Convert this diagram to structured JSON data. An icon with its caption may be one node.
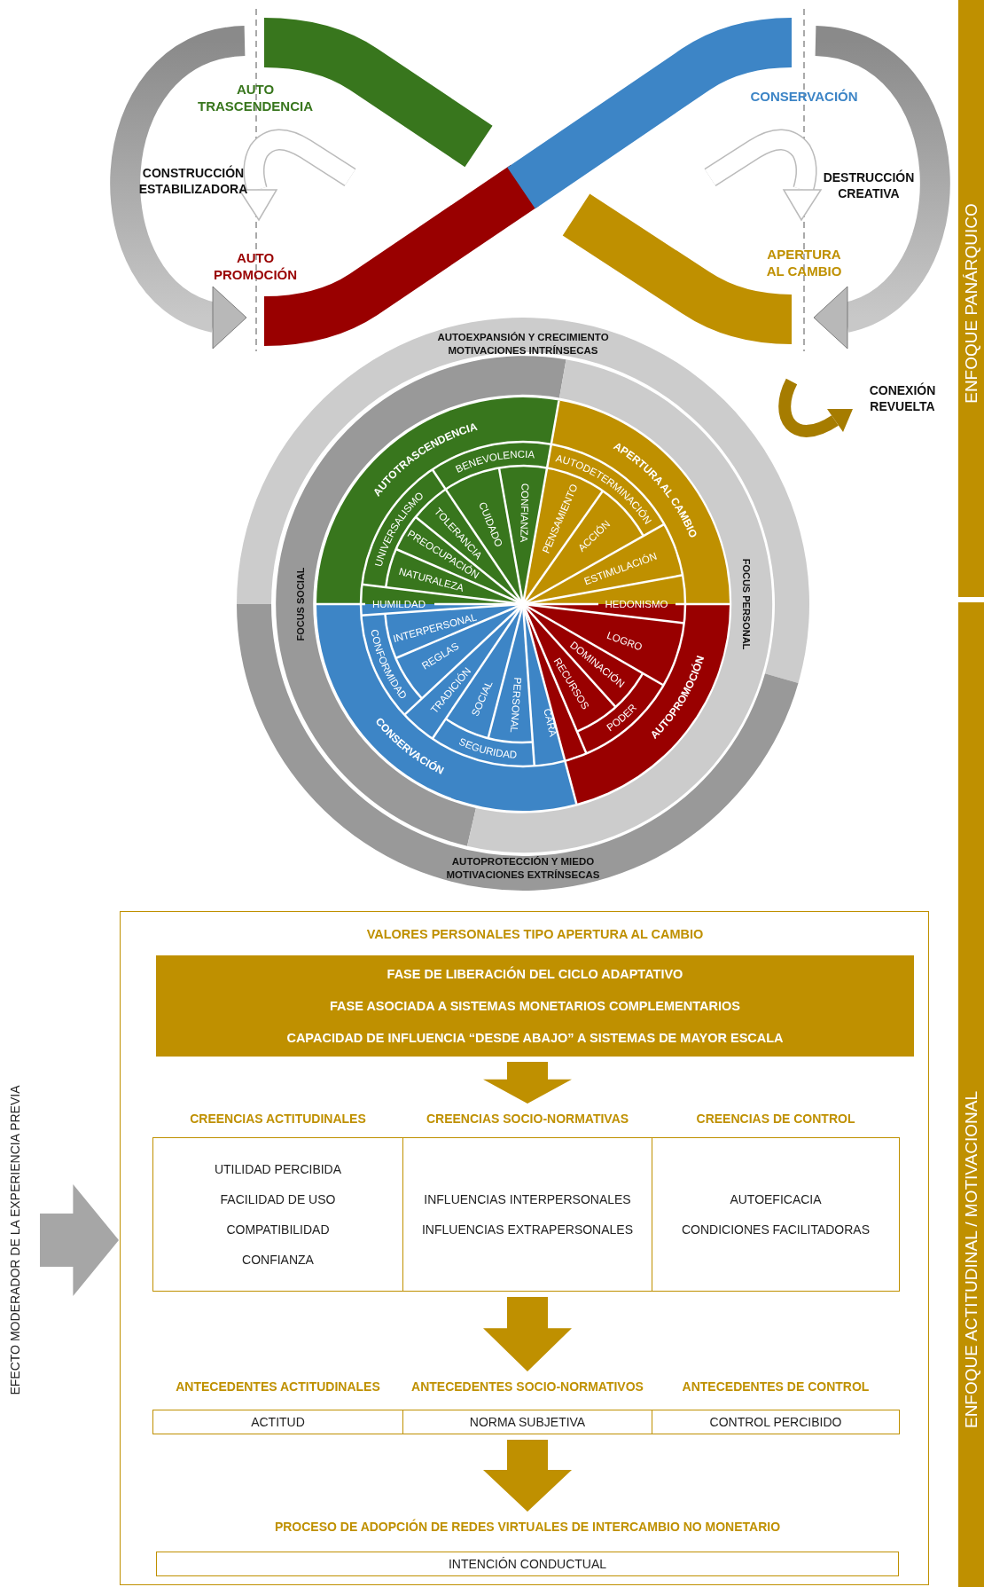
{
  "diagram": {
    "nodes": [
      {
        "text": [],
        "shape": "box"
      },
      {
        "text": [
          "VALORES PERSONALES TIPO APERTURA AL CAMBIO",
          "FASE DE LIBERACIÓN DEL CICLO ADAPTATIVO",
          "FASE ASOCIADA A SISTEMAS MONETARIOS COMPLEMENTARIOS",
          "CAPACIDAD DE INFLUENCIA “DESDE ABAJO” A SISTEMAS DE MAYOR ESCALA"
        ],
        "in": 0
      },
      {
        "text": [
          "CREENCIAS ACTITUDINALES",
          "UTILIDAD PERCIBIDA",
          "FACILIDAD DE USO",
          "COMPATIBILIDAD",
          "CONFIANZA"
        ],
        "in": 0
      },
      {
        "text": [
          "CREENCIAS SOCIO-NORMATIVAS",
          "INFLUENCIAS INTERPERSONALES",
          "INFLUENCIAS EXTRAPERSONALES"
        ],
        "in": 0
      },
      {
        "text": [
          "CREENCIAS DE CONTROL",
          "AUTOEFICACIA",
          "CONDICIONES FACILITADORAS"
        ],
        "in": 0
      },
      {
        "text": [
          "ANTECEDENTES ACTITUDINALES",
          "ACTITUD"
        ],
        "in": 0
      },
      {
        "text": [
          "ANTECEDENTES SOCIO-NORMATIVOS",
          "NORMA SUBJETIVA"
        ],
        "in": 0
      },
      {
        "text": [
          "ANTECEDENTES DE CONTROL",
          "CONTROL PERCIBIDO"
        ],
        "in": 0
      },
      {
        "text": [
          "PROCESO DE ADOPCIÓN DE REDES VIRTUALES DE INTERCAMBIO NO MONETARIO",
          "INTENCIÓN CONDUCTUAL"
        ],
        "in": 0
      },
      {
        "text": [
          "EFECTO MODERADOR DE LA EXPERIENCIA PREVIA"
        ]
      },
      {
        "text": [
          "ENFOQUE PANÁRQUICO"
        ]
      },
      {
        "text": [
          "ENFOQUE ACTITUDINAL / MOTIVACIONAL"
        ]
      }
    ],
    "edges": [
      {
        "from": 1,
        "to": 3,
        "arrow": "to"
      },
      {
        "from": 3,
        "to": 6,
        "arrow": "to"
      },
      {
        "from": 6,
        "to": 8,
        "arrow": "to"
      },
      {
        "from": 9,
        "to": 0,
        "arrow": "to",
        "color": "#a6a6a6"
      }
    ],
    "labels": [
      "AUTO TRASCENDENCIA",
      "CONSERVACIÓN",
      "CONSTRUCCIÓN ESTABILIZADORA",
      "DESTRUCCIÓN CREATIVA",
      "AUTO PROMOCIÓN",
      "APERTURA AL CAMBIO",
      "AUTOEXPANSIÓN Y CRECIMIENTO",
      "MOTIVACIONES INTRÍNSECAS",
      "CONEXIÓN REVUELTA",
      "AUTOTRASCENDENCIA",
      "APERTURA AL CAMBIO",
      "BENEVOLENCIA",
      "AUTODETERMINACIÓN",
      "UNIVERSALISMO",
      "TOLERANCIA",
      "CUIDADO",
      "CONFIANZA",
      "PENSAMIENTO",
      "ACCIÓN",
      "PREOCUPACIÓN",
      "NATURALEZA",
      "ESTIMULACIÓN",
      "FOCUS SOCIAL",
      "HUMILDAD",
      "HEDONISMO",
      "FOCUS PERSONAL",
      "INTERPERSONAL",
      "LOGRO",
      "CONFORMIDAD",
      "REGLAS",
      "DOMINACIÓN",
      "TRADICIÓN",
      "RECURSOS",
      "SOCIAL",
      "PERSONAL",
      "CARA",
      "PODER",
      "AUTOPROMOCIÓN",
      "SEGURIDAD",
      "CONSERVACIÓN",
      "AUTOPROTECCIÓN Y MIEDO",
      "MOTIVACIONES EXTRÍNSECAS"
    ]
  }
}
